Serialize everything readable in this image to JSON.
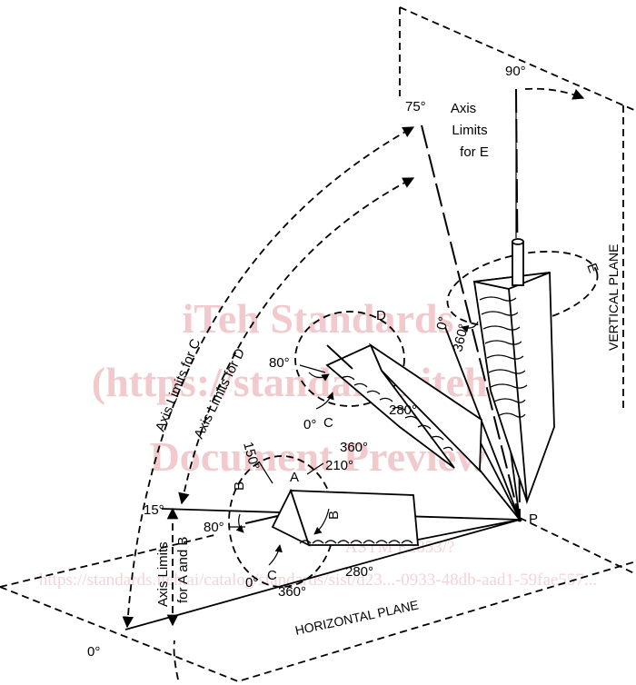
{
  "watermark": {
    "line1": "iTeh Standards",
    "line2": "(https://standards.iteh.ai)",
    "line3": "Document Preview",
    "line4": "ASTM E2853/?",
    "line5": "https://standards.iteh.ai/catalog/standards/sist/d23...-0933-48db-aad1-59fae557..."
  },
  "planes": {
    "vertical": "VERTICAL PLANE",
    "horizontal": "HORIZONTAL PLANE"
  },
  "axis_limits": {
    "c": "Axis Limits for C",
    "d": "Axis Limits for D",
    "e_line1": "Axis",
    "e_line2": "Limits",
    "e_line3": "for E",
    "ab_line1": "Axis Limits",
    "ab_line2": "for A and B"
  },
  "angles": {
    "deg_90": "90°",
    "deg_75": "75°",
    "deg_15": "15°",
    "deg_0": "0°",
    "e_0": "0°",
    "e_360": "360°",
    "d_80": "80°",
    "d_0": "0°",
    "d_280": "280°",
    "d_360": "360°",
    "ab_150": "150°",
    "ab_210": "210°",
    "ab_80": "80°",
    "ab_0": "0°",
    "ab_280": "280°",
    "ab_360": "360°"
  },
  "letters": {
    "a": "A",
    "b_left": "B",
    "b_right": "B",
    "c_lower": "C",
    "c_upper": "C",
    "d": "D",
    "e": "E",
    "p": "P"
  }
}
